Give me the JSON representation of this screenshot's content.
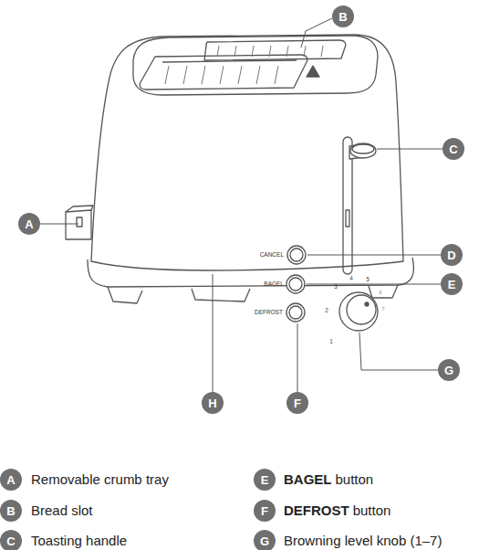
{
  "diagram": {
    "nodes": [
      {
        "text": [
          "B"
        ]
      },
      {
        "text": [
          "C"
        ]
      },
      {
        "text": [
          "A"
        ]
      },
      {
        "text": [
          "D"
        ]
      },
      {
        "text": [
          "E"
        ]
      },
      {
        "text": [
          "G"
        ]
      },
      {
        "text": [
          "H"
        ]
      },
      {
        "text": [
          "F"
        ]
      },
      {
        "text": [
          "A"
        ]
      },
      {
        "text": [
          "E"
        ]
      },
      {
        "text": [
          "B"
        ]
      },
      {
        "text": [
          "F"
        ]
      },
      {
        "text": [
          "C"
        ]
      },
      {
        "text": [
          "G"
        ]
      }
    ],
    "labels": [
      "CANCEL",
      "BAGEL",
      "DEFROST",
      "1",
      "2",
      "3",
      "4",
      "5",
      "6",
      "7",
      "Removable crumb tray",
      "BAGEL",
      "button",
      "Bread slot",
      "DEFROST",
      "button",
      "Toasting handle",
      "Browning level knob (1–7)"
    ]
  }
}
